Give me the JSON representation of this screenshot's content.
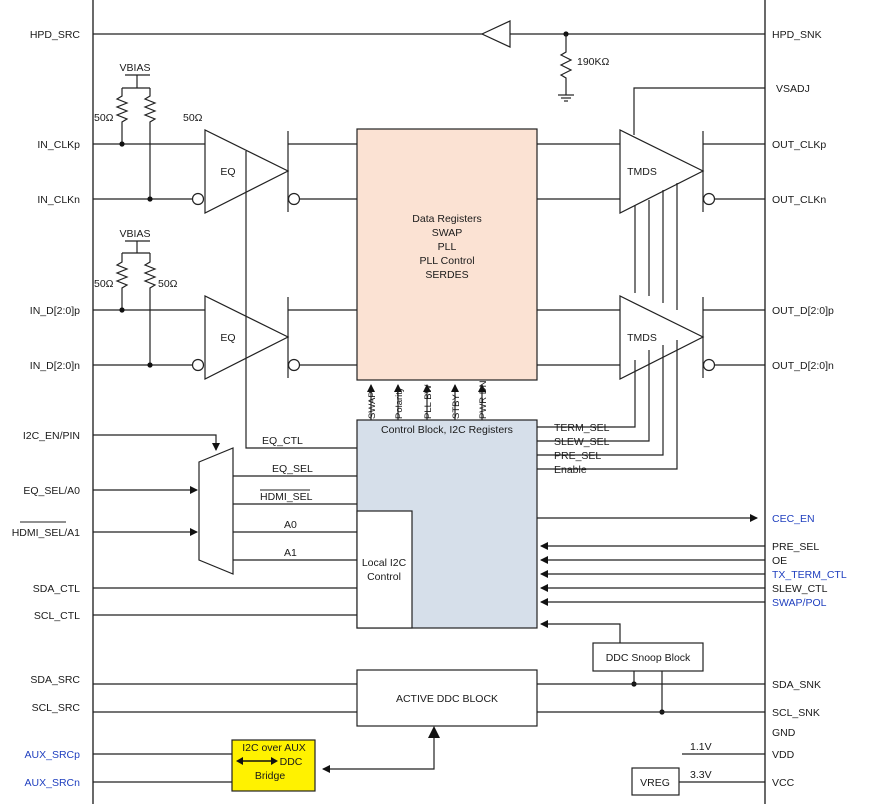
{
  "colors": {
    "data_block": "#fbe2d3",
    "control_block": "#d6dfea",
    "highlight": "#fff200",
    "blue_label": "#1f3fbf"
  },
  "left_pins": {
    "hpd_src": "HPD_SRC",
    "in_clkp": "IN_CLKp",
    "in_clkn": "IN_CLKn",
    "in_dp": "IN_D[2:0]p",
    "in_dn": "IN_D[2:0]n",
    "i2c_en": "I2C_EN/PIN",
    "eq_sel": "EQ_SEL/A0",
    "hdmi_sel_a1": "HDMI_SEL/A1",
    "sda_ctl": "SDA_CTL",
    "scl_ctl": "SCL_CTL",
    "sda_src": "SDA_SRC",
    "scl_src": "SCL_SRC",
    "aux_srcp": "AUX_SRCp",
    "aux_srcn": "AUX_SRCn"
  },
  "right_pins": {
    "hpd_snk": "HPD_SNK",
    "vsadj": "VSADJ",
    "out_clkp": "OUT_CLKp",
    "out_clkn": "OUT_CLKn",
    "out_dp": "OUT_D[2:0]p",
    "out_dn": "OUT_D[2:0]n",
    "cec_en": "CEC_EN",
    "pre_sel": "PRE_SEL",
    "oe": "OE",
    "tx_term_ctl": "TX_TERM_CTL",
    "slew_ctl": "SLEW_CTL",
    "swap_pol": "SWAP/POL",
    "sda_snk": "SDA_SNK",
    "scl_snk": "SCL_SNK",
    "gnd": "GND",
    "vdd": "VDD",
    "vcc": "VCC"
  },
  "components": {
    "vbias": "VBIAS",
    "r50": "50Ω",
    "r190k": "190KΩ",
    "eq": "EQ",
    "tmds": "TMDS",
    "data_registers": [
      "Data Registers",
      "SWAP",
      "PLL",
      "PLL Control",
      "SERDES"
    ],
    "control_block": "Control Block, I2C Registers",
    "local_i2c": [
      "Local I2C",
      "Control"
    ],
    "active_ddc": "ACTIVE DDC BLOCK",
    "ddc_snoop": "DDC Snoop Block",
    "i2c_over_aux": [
      "I2C over AUX",
      "DDC",
      "Bridge"
    ],
    "vreg": "VREG",
    "v11": "1.1V",
    "v33": "3.3V"
  },
  "signals": {
    "eq_ctl": "EQ_CTL",
    "eq_sel": "EQ_SEL",
    "hdmi_sel": "HDMI_SEL",
    "a0": "A0",
    "a1": "A1",
    "term_sel": "TERM_SEL",
    "slew_sel": "SLEW_SEL",
    "pre_sel": "PRE_SEL",
    "enable": "Enable",
    "vertical": [
      "SWAP",
      "Polarity",
      "PLL BW",
      "STBY",
      "PWR DN"
    ]
  }
}
